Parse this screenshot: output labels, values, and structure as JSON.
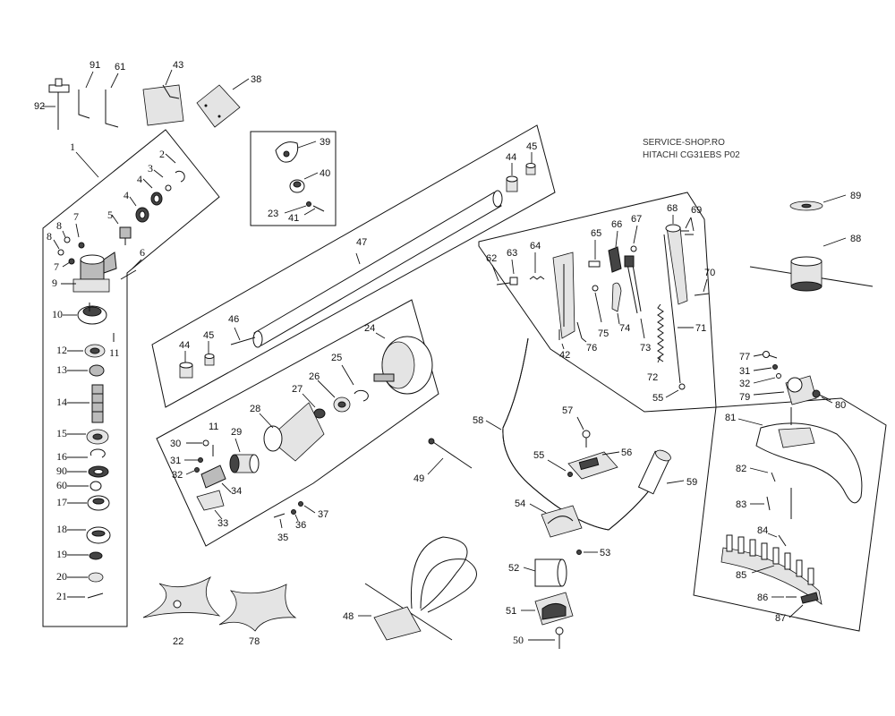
{
  "header": {
    "site": "SERVICE-SHOP.RO",
    "model": "HITACHI CG31EBS P02"
  },
  "callouts": {
    "n1": "1",
    "n2": "2",
    "n3": "3",
    "n4a": "4",
    "n4b": "4",
    "n5": "5",
    "n6": "6",
    "n7a": "7",
    "n7b": "7",
    "n8a": "8",
    "n8b": "8",
    "n9": "9",
    "n10": "10",
    "n11a": "11",
    "n11b": "11",
    "n12": "12",
    "n13": "13",
    "n14": "14",
    "n15": "15",
    "n16": "16",
    "n17": "17",
    "n18": "18",
    "n19": "19",
    "n20": "20",
    "n21": "21",
    "n22": "22",
    "n23": "23",
    "n24": "24",
    "n25": "25",
    "n26": "26",
    "n27": "27",
    "n28": "28",
    "n29": "29",
    "n30": "30",
    "n31a": "31",
    "n31b": "31",
    "n32a": "32",
    "n32b": "32",
    "n33": "33",
    "n34": "34",
    "n35": "35",
    "n36": "36",
    "n37": "37",
    "n38": "38",
    "n39": "39",
    "n40": "40",
    "n41": "41",
    "n42": "42",
    "n43": "43",
    "n44a": "44",
    "n44b": "44",
    "n45a": "45",
    "n45b": "45",
    "n46": "46",
    "n47": "47",
    "n48": "48",
    "n49": "49",
    "n50": "50",
    "n51": "51",
    "n52": "52",
    "n53": "53",
    "n54": "54",
    "n55a": "55",
    "n55b": "55",
    "n56": "56",
    "n57": "57",
    "n58": "58",
    "n59": "59",
    "n60": "60",
    "n61": "61",
    "n62": "62",
    "n63": "63",
    "n64": "64",
    "n65": "65",
    "n66": "66",
    "n67": "67",
    "n68": "68",
    "n69": "69",
    "n70": "70",
    "n71": "71",
    "n72": "72",
    "n73": "73",
    "n74": "74",
    "n75": "75",
    "n76": "76",
    "n77": "77",
    "n78": "78",
    "n79": "79",
    "n80": "80",
    "n81": "81",
    "n82": "82",
    "n83": "83",
    "n84": "84",
    "n85": "85",
    "n86": "86",
    "n87": "87",
    "n88": "88",
    "n89": "89",
    "n90": "90",
    "n91": "91",
    "n92": "92"
  }
}
